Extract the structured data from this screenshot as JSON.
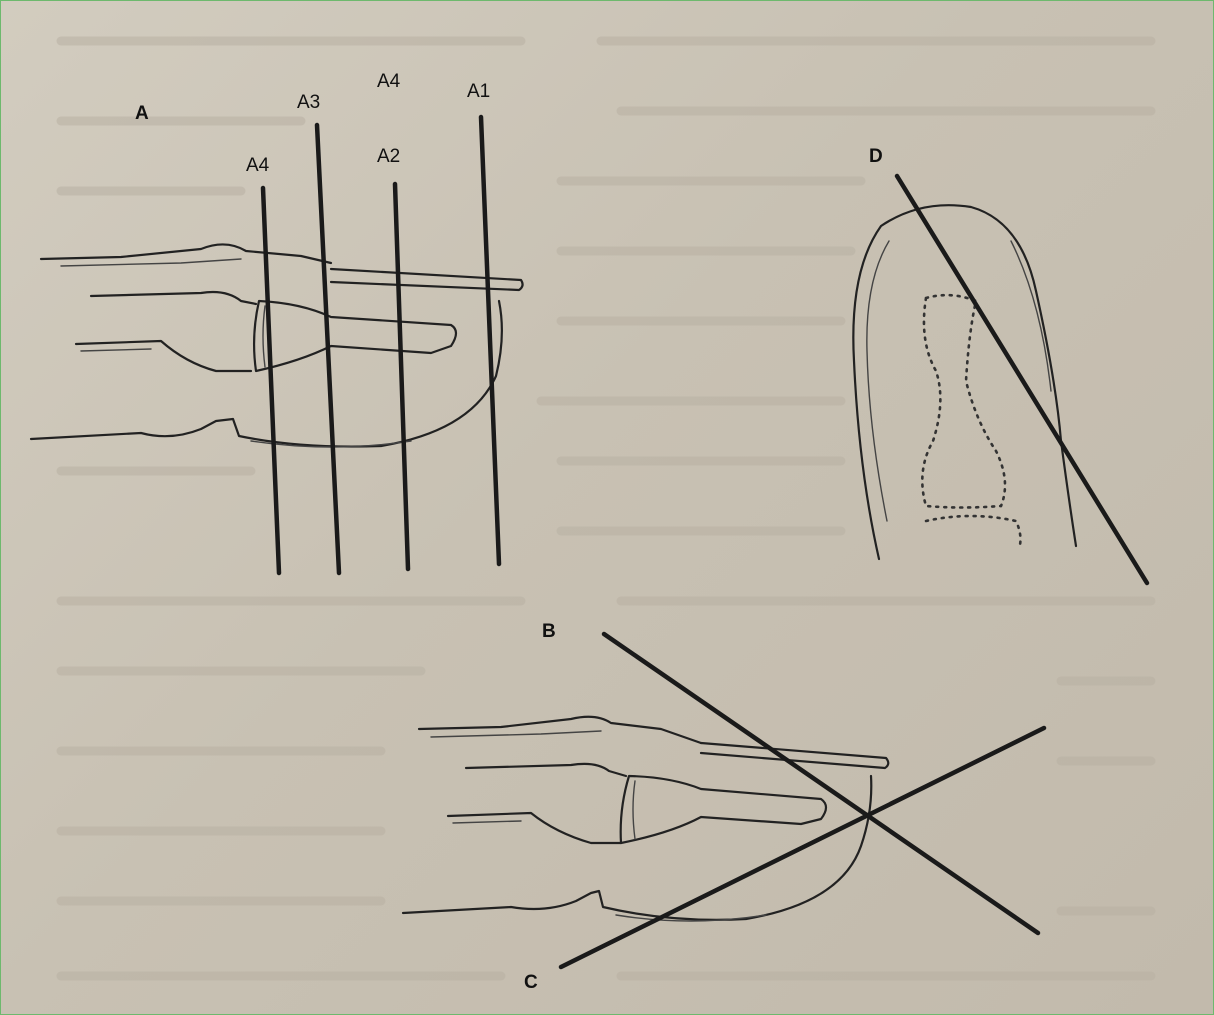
{
  "labels": {
    "panel_a": "A",
    "panel_b": "B",
    "panel_c": "C",
    "panel_d": "D",
    "line_a1": "A1",
    "line_a2": "A2",
    "line_a3": "A3",
    "line_a4_top": "A4",
    "line_a4_left": "A4"
  }
}
